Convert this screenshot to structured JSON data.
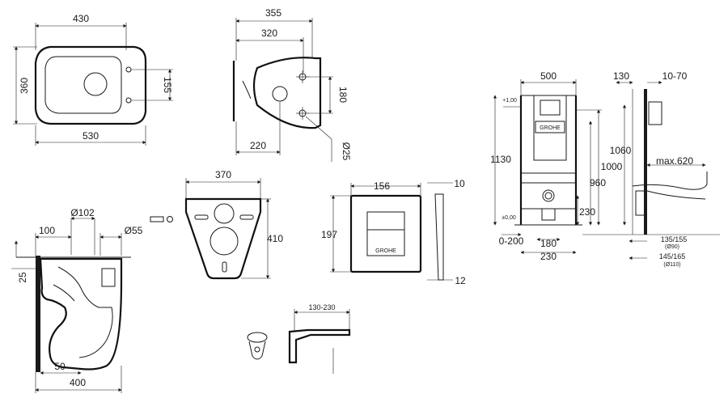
{
  "seat_top": {
    "width": "430",
    "length": "530",
    "depth": "360",
    "bolt_spacing": "155"
  },
  "seat_side": {
    "total": "355",
    "inner": "320",
    "height": "180",
    "bottom": "220",
    "hole_dia": "Ø25"
  },
  "bowl_section": {
    "outlet_dia": "Ø102",
    "pipe_dia": "Ø55",
    "offset_top": "100",
    "rim_height": "25",
    "base_offset": "50",
    "depth": "400"
  },
  "sound_plate": {
    "width": "370",
    "height": "410"
  },
  "flush_plate": {
    "width": "156",
    "height": "197",
    "depth_top": "10",
    "depth_bottom": "12",
    "brand": "GROHE"
  },
  "connector": {
    "range": "130-230"
  },
  "frame_front": {
    "width": "500",
    "total_height": "1130",
    "level_top": "+1,00",
    "level_zero": "±0,00",
    "h1000": "1000",
    "h960": "960",
    "h230": "230",
    "offset_left": "0-200",
    "center": "180",
    "bottom_width": "230"
  },
  "frame_side": {
    "top_width": "130",
    "wall_offset": "10-70",
    "h1060": "1060",
    "reach": "max.620",
    "pipe_a": "135/155",
    "pipe_a_dia": "(Ø90)",
    "pipe_b": "145/165",
    "pipe_b_dia": "(Ø110)"
  }
}
